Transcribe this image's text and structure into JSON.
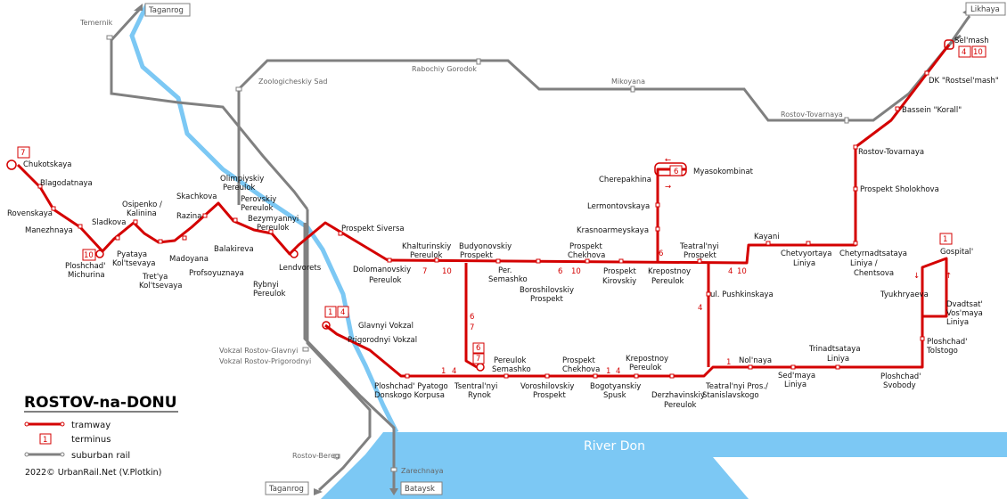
{
  "title": "ROSTOV-na-DONU",
  "legend": {
    "tramway": "tramway",
    "terminus": "terminus",
    "terminus_sample": "1",
    "suburban": "suburban rail"
  },
  "credit": "2022© UrbanRail.Net (V.Plotkin)",
  "river": "River Don",
  "colors": {
    "tram": "#d40000",
    "rail": "#808080",
    "water": "#7cc8f4"
  },
  "rail_destinations": [
    "Taganrog",
    "Likhaya",
    "Taganrog",
    "Bataysk"
  ],
  "rail_labels": [
    "Temernik",
    "Zoologicheskiy Sad",
    "Rabochiy Gorodok",
    "Mikoyana",
    "Rostov-Tovarnaya",
    "Vokzal Rostov-Glavnyi",
    "Vokzal Rostov-Prigorodnyi",
    "Rostov-Bereg",
    "Zarechnaya"
  ],
  "stations": [
    "Chukotskaya",
    "Blagodatnaya",
    "Rovenskaya",
    "Manezhnaya",
    "Ploshchad'",
    "Michurina",
    "Sladkova",
    "Osipenko /",
    "Kalinina",
    "Pyataya",
    "Kol'tsevaya",
    "Tret'ya",
    "Kol'tsevaya",
    "Madoyana",
    "Skachkova",
    "Razina",
    "Olimpiyskiy",
    "Pereulok",
    "Perovskiy",
    "Pereulok",
    "Bezymyannyi",
    "Pereulok",
    "Balakireva",
    "Profsoyuznaya",
    "Rybnyi",
    "Pereulok",
    "Lendvorets",
    "Prospekt Siversa",
    "Dolomanovskiy",
    "Pereulok",
    "Khalturinskiy",
    "Pereulok",
    "Budyonovskiy",
    "Prospekt",
    "Per.",
    "Semashko",
    "Boroshilovskiy",
    "Prospekt",
    "Prospekt",
    "Chekhova",
    "Prospekt",
    "Kirovskiy",
    "Krepostnoy",
    "Pereulok",
    "Teatral'nyi",
    "Prospekt",
    "Kayani",
    "Chetvyortaya",
    "Liniya",
    "Chetyrnadtsataya",
    "Liniya /",
    "Chentsova",
    "Cherepakhina",
    "Lermontovskaya",
    "Krasnoarmeyskaya",
    "Myasokombinat",
    "Prospekt Sholokhova",
    "Rostov-Tovarnaya",
    "Bassein \"Korall\"",
    "DK \"Rostsel'mash\"",
    "Sel'mash",
    "Gospital'",
    "Tyukhryaeva",
    "Dvadtsat'",
    "Vos'maya",
    "Liniya",
    "Ploshchad'",
    "Tolstogo",
    "Ploshchad'",
    "Svobody",
    "Trinadtsataya",
    "Liniya",
    "Sed'maya",
    "Liniya",
    "Nol'naya",
    "Teatral'nyi Pros./",
    "Stanislavskogo",
    "ul. Pushkinskaya",
    "Derzhavinskiy",
    "Pereulok",
    "Krepostnoy",
    "Pereulok",
    "Bogotyanskiy",
    "Spusk",
    "Prospekt",
    "Chekhova",
    "Voroshilovskiy",
    "Prospekt",
    "Pereulok",
    "Semashko",
    "Tsentral'nyi",
    "Rynok",
    "Ploshchad' Pyatogo",
    "Donskogo Korpusa",
    "Prigorodnyi Vokzal",
    "Glavnyi Vokzal"
  ],
  "terminus_numbers": [
    "7",
    "10",
    "1",
    "4",
    "6",
    "7",
    "6",
    "4",
    "10",
    "1"
  ],
  "route_numbers": [
    "7",
    "10",
    "6",
    "10",
    "6",
    "4",
    "10",
    "6",
    "7",
    "4",
    "1",
    "4",
    "1",
    "4",
    "1"
  ],
  "arrows": [
    "←",
    "→",
    "↓",
    "↑"
  ]
}
